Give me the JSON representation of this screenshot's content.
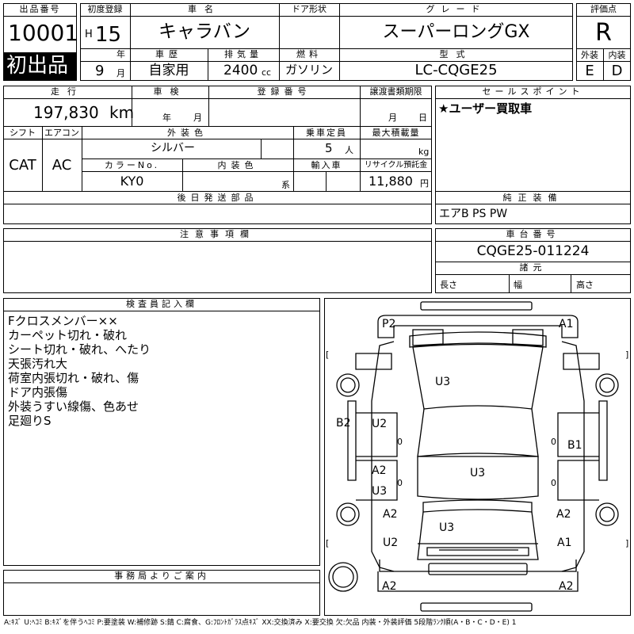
{
  "lot": {
    "label": "出品番号",
    "value": "10001",
    "first_listing": "初出品"
  },
  "first_reg": {
    "label": "初度登録",
    "era": "H",
    "year": "15",
    "year_unit": "年",
    "month": "9",
    "month_unit": "月"
  },
  "car_name": {
    "label": "車名",
    "value": "キャラバン"
  },
  "door": {
    "label": "ドア形状",
    "value": ""
  },
  "grade": {
    "label": "グレード",
    "value": "スーパーロングGX"
  },
  "score": {
    "label": "評価点",
    "value": "R"
  },
  "history": {
    "label": "車歴",
    "value": "自家用"
  },
  "displacement": {
    "label": "排気量",
    "value": "2400",
    "unit": "cc"
  },
  "fuel": {
    "label": "燃料",
    "value": "ガソリン"
  },
  "model_code": {
    "label": "型式",
    "value": "LC-CQGE25"
  },
  "ext_score": {
    "label": "外装",
    "value": "E"
  },
  "int_score": {
    "label": "内装",
    "value": "D"
  },
  "mileage": {
    "label": "走行",
    "value": "197,830",
    "unit": "km"
  },
  "inspection": {
    "label": "車検",
    "year_unit": "年",
    "month_unit": "月"
  },
  "reg_no": {
    "label": "登録番号",
    "value": ""
  },
  "transfer": {
    "label": "譲渡書類期限",
    "month_unit": "月",
    "day_unit": "日"
  },
  "sales_point": {
    "label": "セールスポイント",
    "value": "★ユーザー買取車"
  },
  "shift": {
    "label": "シフト",
    "value": "CAT"
  },
  "aircon": {
    "label": "エアコン",
    "value": "AC"
  },
  "ext_color": {
    "label": "外装色",
    "value": "シルバー"
  },
  "capacity": {
    "label": "乗車定員",
    "value": "5",
    "unit": "人"
  },
  "max_load": {
    "label": "最大積載量",
    "value": "",
    "unit": "kg"
  },
  "color_no": {
    "label": "カラーNo.",
    "value": "KY0"
  },
  "int_color": {
    "label": "内装色",
    "value": "",
    "unit": "系"
  },
  "import": {
    "label": "輸入車",
    "value": ""
  },
  "recycle": {
    "label": "リサイクル預託金",
    "value": "11,880",
    "unit": "円"
  },
  "later_parts": {
    "label": "後日発送部品",
    "value": ""
  },
  "equipment": {
    "label": "純正装備",
    "value": "エアB PS PW"
  },
  "notes_header": {
    "label": "注意事項欄"
  },
  "chassis": {
    "label": "車台番号",
    "value": "CQGE25-011224"
  },
  "dims": {
    "label": "諸元",
    "length": "長さ",
    "width": "幅",
    "height": "高さ"
  },
  "inspector": {
    "label": "検査員記入欄",
    "lines": [
      "Fクロスメンバー××",
      "カーペット切れ・破れ",
      "シート切れ・破れ、へたり",
      "天張汚れ大",
      "荷室内張切れ・破れ、傷",
      "ドア内張傷",
      "外装うすい線傷、色あせ",
      "足廻りS"
    ]
  },
  "office": {
    "label": "事務局よりご案内",
    "value": ""
  },
  "diagram": {
    "p2": "P2",
    "a1_top": "A1",
    "u3_front": "U3",
    "b2": "B2",
    "u2_left": "U2",
    "b1": "B1",
    "a2_left": "A2",
    "u3_left": "U3",
    "u3_mid": "U3",
    "a2_lower_left": "A2",
    "a2_lower_right": "A2",
    "u3_rear": "U3",
    "u2_lower": "U2",
    "a1_lower": "A1",
    "a2_rear_left": "A2",
    "a2_rear_right": "A2",
    "zero": "0",
    "bracket_l": "[",
    "bracket_r": "]"
  },
  "legend": "A:ｷｽﾞ U:ﾍｺﾐ B:ｷｽﾞを伴うﾍｺﾐ P:要塗装 W:補修跡 S:錆 C:腐食、G:ﾌﾛﾝﾄｶﾞﾗｽ点ｷｽﾞ XX:交換済み X:要交換 欠:欠品 内装・外装評価 5段階ﾗﾝｸ順(A・B・C・D・E) 1"
}
